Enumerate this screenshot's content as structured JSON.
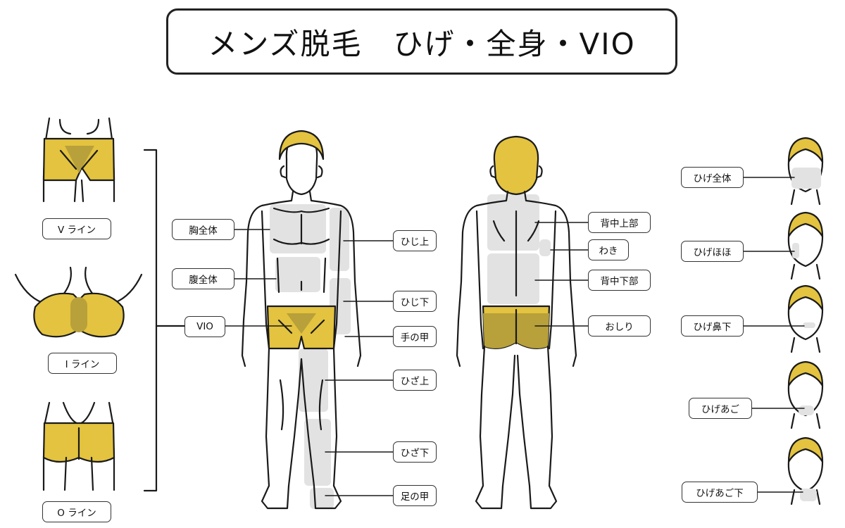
{
  "title": "メンズ脱毛　ひげ・全身・VIO",
  "left_labels": {
    "v_line": "V ライン",
    "i_line": "I ライン",
    "o_line": "O ライン",
    "vio": "VIO"
  },
  "front_labels": {
    "chest": "胸全体",
    "abdomen": "腹全体",
    "upper_elbow": "ひじ上",
    "lower_elbow": "ひじ下",
    "back_of_hand": "手の甲",
    "upper_knee": "ひざ上",
    "lower_knee": "ひざ下",
    "top_of_foot": "足の甲"
  },
  "back_labels": {
    "upper_back": "背中上部",
    "armpit": "わき",
    "lower_back": "背中下部",
    "buttocks": "おしり"
  },
  "beard_labels": {
    "full": "ひげ全体",
    "cheek": "ひげほほ",
    "under_nose": "ひげ鼻下",
    "chin": "ひげあご",
    "under_chin": "ひげあご下"
  },
  "colors": {
    "hair_yellow": "#e3c33f",
    "shade_yellow": "#b8a03a",
    "highlight_gray": "#e2e2e2",
    "line": "#1a1a1a"
  }
}
